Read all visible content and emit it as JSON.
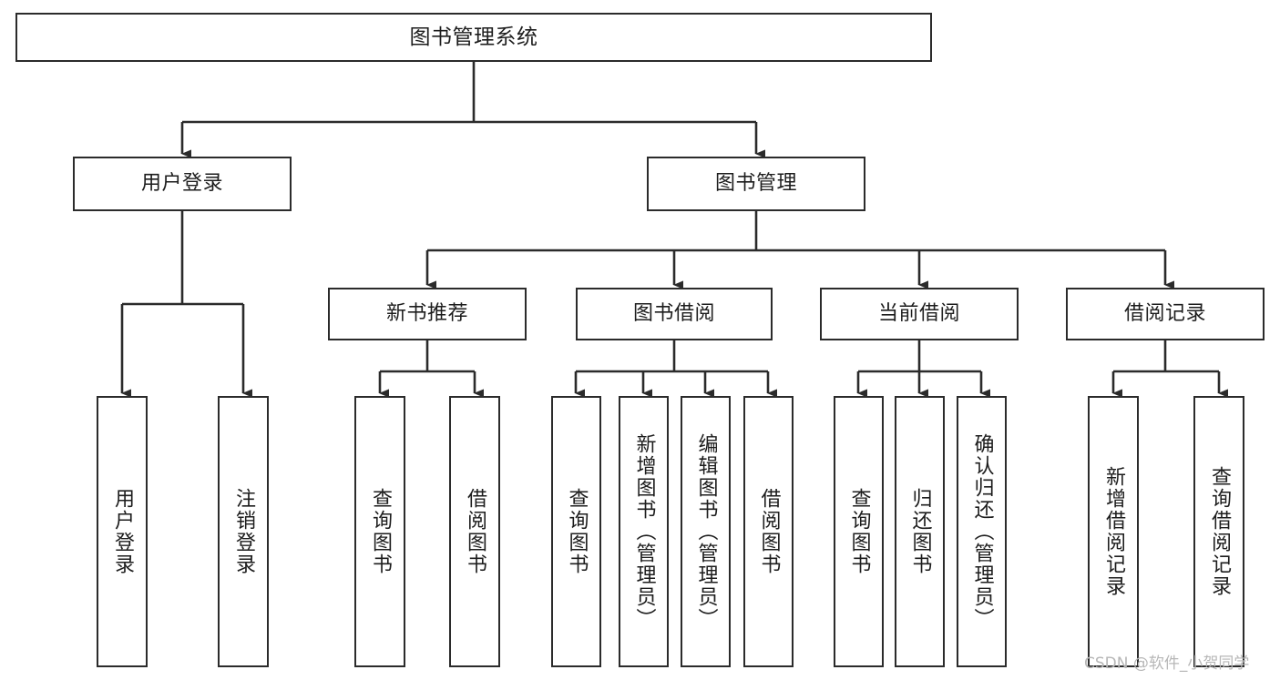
{
  "diagram": {
    "title": "图书管理系统",
    "type": "tree-hierarchy",
    "root": {
      "label": "图书管理系统"
    },
    "level2": [
      {
        "label": "用户登录"
      },
      {
        "label": "图书管理"
      }
    ],
    "level3": [
      {
        "label": "新书推荐"
      },
      {
        "label": "图书借阅"
      },
      {
        "label": "当前借阅"
      },
      {
        "label": "借阅记录"
      }
    ],
    "leaves": {
      "user_login": [
        {
          "label": "用户登录"
        },
        {
          "label": "注销登录"
        }
      ],
      "new_book_recommend": [
        {
          "label": "查询图书"
        },
        {
          "label": "借阅图书"
        }
      ],
      "book_borrow": [
        {
          "label": "查询图书"
        },
        {
          "label": "新增图书（管理员）"
        },
        {
          "label": "编辑图书（管理员）"
        },
        {
          "label": "借阅图书"
        }
      ],
      "current_borrow": [
        {
          "label": "查询图书"
        },
        {
          "label": "归还图书"
        },
        {
          "label": "确认归还（管理员）"
        }
      ],
      "borrow_record": [
        {
          "label": "新增借阅记录"
        },
        {
          "label": "查询借阅记录"
        }
      ]
    }
  },
  "watermark": {
    "text": "CSDN @软件_小贺同学"
  },
  "colors": {
    "stroke": "#2b2b2b",
    "fill": "#ffffff",
    "text": "#1d1d1d",
    "watermark": "#b7b7b7"
  }
}
